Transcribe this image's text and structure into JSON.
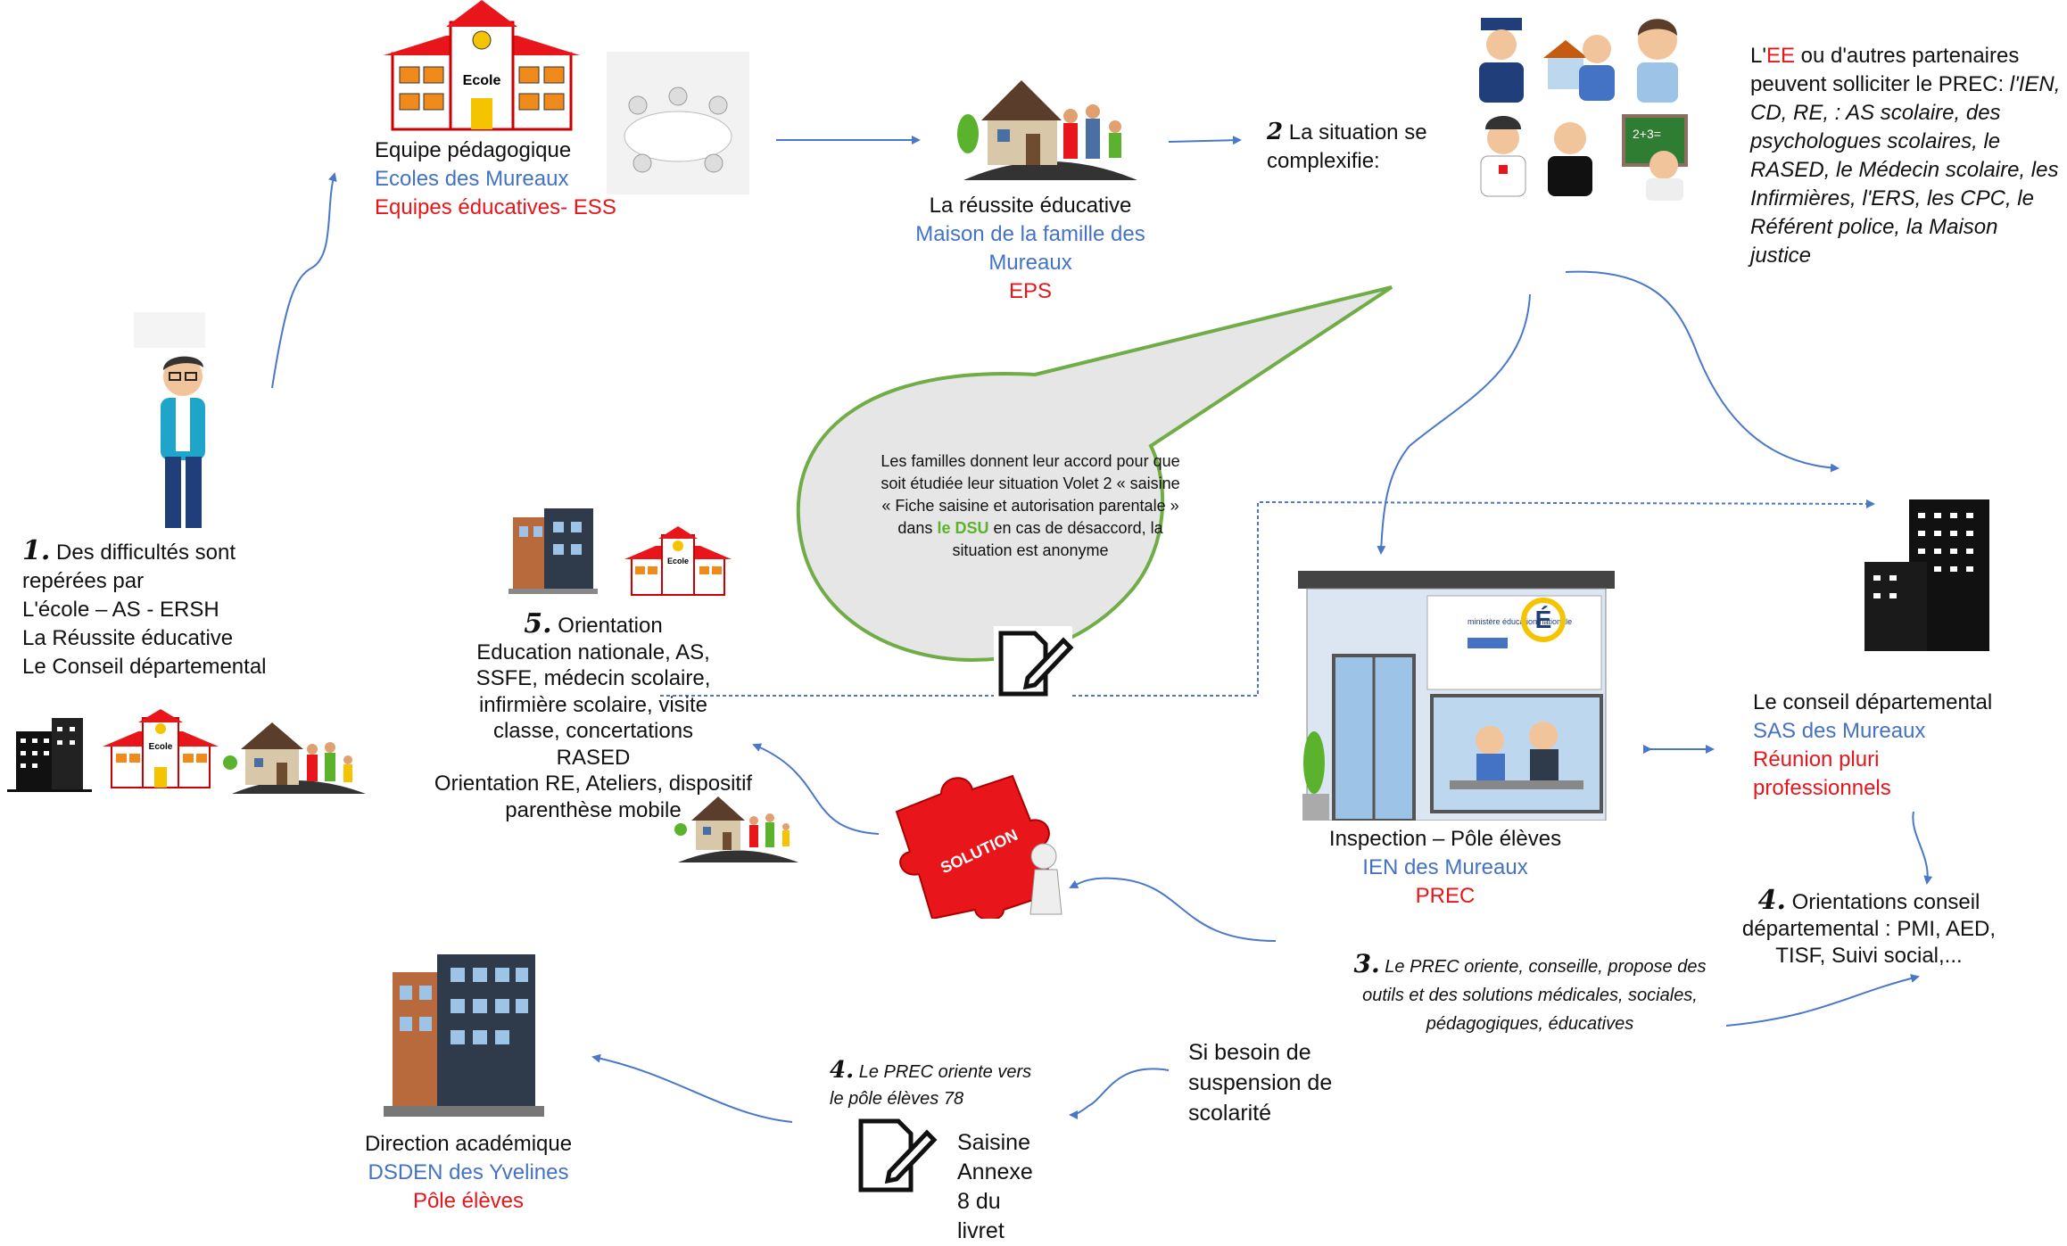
{
  "student": {
    "num": "1.",
    "lines": [
      "Des difficultés sont",
      "repérées par",
      "L'école – AS - ERSH",
      "La Réussite éducative",
      "Le Conseil départemental"
    ]
  },
  "equipe": {
    "title": "Equipe pédagogique",
    "blue": "Ecoles des Mureaux",
    "red": "Equipes éducatives- ESS",
    "school_sign": "Ecole"
  },
  "reussite": {
    "title": "La réussite éducative",
    "blue": "Maison de la famille des Mureaux",
    "red": "EPS"
  },
  "situation": {
    "num": "2",
    "text": "La situation se complexifie:"
  },
  "partners": {
    "pre": "L'",
    "ee": "EE",
    "post": " ou d'autres partenaires peuvent solliciter le PREC:",
    "italic": "l'IEN, CD, RE, : AS scolaire, des psychologues scolaires, le RASED, le Médecin scolaire, les Infirmières, l'ERS, les CPC, le Référent police, la Maison justice"
  },
  "bubble": {
    "pre": "Les familles donnent leur accord pour que soit étudiée leur situation Volet 2 « saisine « Fiche saisine et autorisation parentale » dans ",
    "highlight": "le DSU",
    "post": " en cas de désaccord, la situation est anonyme"
  },
  "orientation5": {
    "num": "5.",
    "title": "Orientation",
    "lines": [
      "Education nationale, AS,",
      "SSFE, médecin scolaire,",
      "infirmière scolaire, visite",
      "classe, concertations",
      "RASED",
      "Orientation RE, Ateliers, dispositif",
      "parenthèse mobile"
    ]
  },
  "solution": {
    "label": "SOLUTION"
  },
  "inspection": {
    "title": "Inspection – Pôle élèves",
    "blue": "IEN des Mureaux",
    "red": "PREC",
    "logo": "ministère éducation nationale"
  },
  "conseil": {
    "title": "Le conseil départemental",
    "blue": "SAS des Mureaux",
    "red": "Réunion pluri professionnels"
  },
  "orientation4": {
    "num": "4.",
    "lines": [
      "Orientations conseil",
      "départemental : PMI, AED,",
      "TISF, Suivi social,..."
    ]
  },
  "prec3": {
    "num": "3.",
    "lines": [
      "Le PREC oriente, conseille, propose des",
      "outils et des solutions médicales, sociales,",
      "pédagogiques, éducatives"
    ]
  },
  "suspension": {
    "lines": [
      "Si besoin de",
      "suspension de",
      "scolarité"
    ]
  },
  "prec4": {
    "num": "4.",
    "lines": [
      "Le PREC oriente vers",
      "le pôle élèves 78"
    ]
  },
  "saisine": {
    "lines": [
      "Saisine",
      "Annexe",
      "8 du",
      "livret"
    ]
  },
  "direction": {
    "title": "Direction académique",
    "blue": "DSDEN des Yvelines",
    "red": "Pôle élèves"
  },
  "colors": {
    "blue": "#4472c4",
    "red": "#e8161b",
    "green": "#5bb32d",
    "arrow": "#4a78c9",
    "bubble_fill": "#e6e6e6",
    "bubble_stroke": "#70ad47"
  }
}
